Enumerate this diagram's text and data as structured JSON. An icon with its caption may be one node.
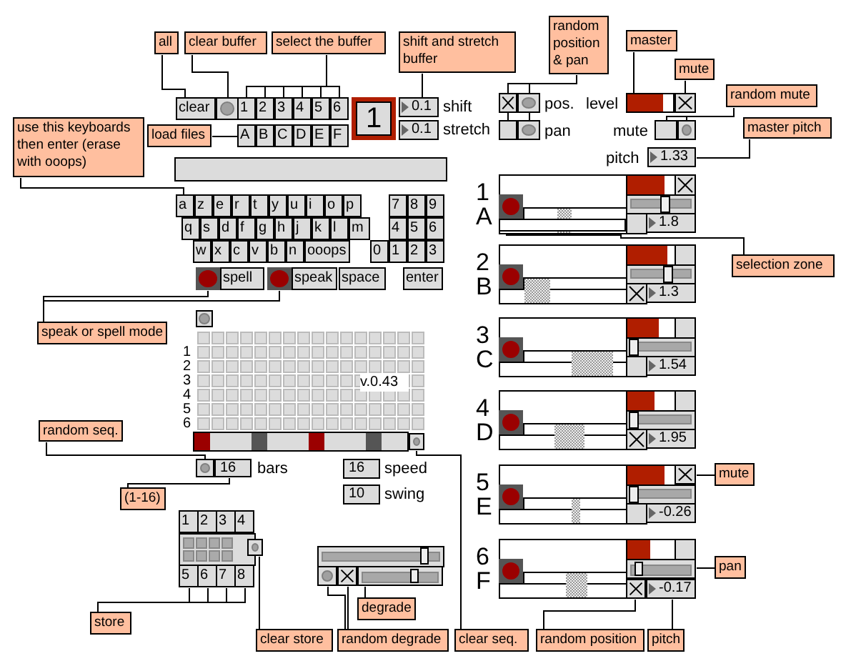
{
  "diagram": {
    "nodes": [
      {
        "text": [
          "all"
        ]
      },
      {
        "text": [
          "clear buffer"
        ]
      },
      {
        "text": [
          "select the buffer"
        ]
      },
      {
        "text": [
          "shift and stretch buffer"
        ]
      },
      {
        "text": [
          "random position & pan"
        ]
      },
      {
        "text": [
          "master"
        ]
      },
      {
        "text": [
          "mute"
        ]
      },
      {
        "text": [
          "random mute"
        ]
      },
      {
        "text": [
          "master pitch"
        ]
      },
      {
        "text": [
          "clear"
        ]
      },
      {
        "text": [],
        "shape": "circle"
      },
      {
        "text": [
          "1"
        ]
      },
      {
        "text": [
          "2"
        ]
      },
      {
        "text": [
          "3"
        ]
      },
      {
        "text": [
          "4"
        ]
      },
      {
        "text": [
          "5"
        ]
      },
      {
        "text": [
          "6"
        ]
      },
      {
        "text": [
          "0.1"
        ]
      },
      {
        "text": [],
        "shape": "box"
      },
      {
        "text": [],
        "shape": "circle"
      },
      {
        "text": [],
        "shape": "bar"
      },
      {
        "text": [],
        "shape": "box"
      },
      {
        "text": [
          "load files"
        ]
      },
      {
        "text": [
          "A"
        ]
      },
      {
        "text": [],
        "shape": "box"
      },
      {
        "text": [],
        "shape": "circle"
      },
      {
        "text": [],
        "shape": "box"
      },
      {
        "text": [],
        "shape": "circle"
      },
      {
        "text": [
          "1.33"
        ]
      },
      {
        "text": [
          "use this keyboards then enter (erase with ooops)"
        ]
      },
      {
        "text": [
          "a"
        ]
      },
      {
        "text": [],
        "shape": "bar"
      },
      {
        "text": [
          "selection zone"
        ]
      },
      {
        "text": [],
        "shape": "circle"
      },
      {
        "text": [],
        "shape": "circle"
      },
      {
        "text": [
          "speak or spell mode"
        ]
      },
      {
        "text": [
          "random seq."
        ]
      },
      {
        "text": [],
        "shape": "circle"
      },
      {
        "text": [
          "16"
        ]
      },
      {
        "text": [
          "(1-16)"
        ]
      },
      {
        "text": [],
        "shape": "circle"
      },
      {
        "text": [],
        "shape": "box"
      },
      {
        "text": [
          "mute"
        ]
      },
      {
        "text": [],
        "shape": "bar"
      },
      {
        "text": [
          "pan"
        ]
      },
      {
        "text": [
          "5"
        ]
      },
      {
        "text": [
          "6"
        ]
      },
      {
        "text": [
          "7"
        ]
      },
      {
        "text": [
          "8"
        ]
      },
      {
        "text": [],
        "shape": "circle"
      },
      {
        "text": [],
        "shape": "bar"
      },
      {
        "text": [],
        "shape": "circle"
      },
      {
        "text": [],
        "shape": "box"
      },
      {
        "text": [],
        "shape": "box"
      },
      {
        "text": [
          "-0.17"
        ]
      },
      {
        "text": [
          "store"
        ]
      },
      {
        "text": [
          "clear store"
        ]
      },
      {
        "text": [
          "degrade"
        ]
      },
      {
        "text": [
          "random degrade"
        ]
      },
      {
        "text": [
          "clear seq."
        ]
      },
      {
        "text": [
          "random position"
        ]
      },
      {
        "text": [
          "pitch"
        ]
      },
      {
        "text": [
          "0.1"
        ]
      },
      {
        "text": [],
        "shape": "bar"
      },
      {
        "text": [
          "1.8"
        ]
      },
      {
        "text": [
          "1.3"
        ]
      },
      {
        "text": [
          "1.54"
        ]
      },
      {
        "text": [
          "1.95"
        ]
      },
      {
        "text": [
          "-0.26"
        ]
      },
      {
        "text": [
          "16"
        ]
      },
      {
        "text": [
          "10"
        ]
      }
    ],
    "edges": [
      {
        "from": 0,
        "to": 9,
        "arrow": "none"
      },
      {
        "from": 1,
        "to": 10,
        "arrow": "none"
      },
      {
        "from": 2,
        "to": 11,
        "arrow": "none"
      },
      {
        "from": 2,
        "to": 12,
        "arrow": "none"
      },
      {
        "from": 2,
        "to": 13,
        "arrow": "none"
      },
      {
        "from": 2,
        "to": 14,
        "arrow": "none"
      },
      {
        "from": 2,
        "to": 15,
        "arrow": "none"
      },
      {
        "from": 2,
        "to": 16,
        "arrow": "none"
      },
      {
        "from": 3,
        "to": 17,
        "arrow": "none"
      },
      {
        "from": 4,
        "to": 18,
        "arrow": "none"
      },
      {
        "from": 4,
        "to": 19,
        "arrow": "none"
      },
      {
        "from": 4,
        "to": 24,
        "arrow": "none"
      },
      {
        "from": 4,
        "to": 25,
        "arrow": "none"
      },
      {
        "from": 5,
        "to": 20,
        "arrow": "none"
      },
      {
        "from": 6,
        "to": 21,
        "arrow": "none"
      },
      {
        "from": 7,
        "to": 26,
        "arrow": "none"
      },
      {
        "from": 7,
        "to": 27,
        "arrow": "none"
      },
      {
        "from": 8,
        "to": 28,
        "arrow": "none"
      },
      {
        "from": 22,
        "to": 23,
        "arrow": "none"
      },
      {
        "from": 29,
        "to": 30,
        "arrow": "none"
      },
      {
        "from": 32,
        "to": 31,
        "arrow": "none"
      },
      {
        "from": 35,
        "to": 33,
        "arrow": "none"
      },
      {
        "from": 35,
        "to": 34,
        "arrow": "none"
      },
      {
        "from": 36,
        "to": 37,
        "arrow": "none"
      },
      {
        "from": 39,
        "to": 38,
        "arrow": "none"
      },
      {
        "from": 55,
        "to": 45,
        "arrow": "none"
      },
      {
        "from": 55,
        "to": 46,
        "arrow": "none"
      },
      {
        "from": 55,
        "to": 47,
        "arrow": "none"
      },
      {
        "from": 55,
        "to": 48,
        "arrow": "none"
      },
      {
        "from": 56,
        "to": 49,
        "arrow": "none"
      },
      {
        "from": 57,
        "to": 50,
        "arrow": "none"
      },
      {
        "from": 58,
        "to": 51,
        "arrow": "none"
      },
      {
        "from": 58,
        "to": 52,
        "arrow": "none"
      },
      {
        "from": 59,
        "to": 40,
        "arrow": "none"
      },
      {
        "from": 42,
        "to": 41,
        "arrow": "none"
      },
      {
        "from": 44,
        "to": 43,
        "arrow": "none"
      },
      {
        "from": 60,
        "to": 53,
        "arrow": "none"
      },
      {
        "from": 61,
        "to": 54,
        "arrow": "none"
      }
    ],
    "labels": [
      "1",
      "shift",
      "stretch",
      "pos.",
      "level",
      "pan",
      "mute",
      "pitch",
      "B",
      "C",
      "D",
      "E",
      "F",
      "z",
      "e",
      "r",
      "t",
      "y",
      "u",
      "i",
      "o",
      "p",
      "7",
      "8",
      "9",
      "q",
      "s",
      "d",
      "f",
      "g",
      "h",
      "j",
      "k",
      "l",
      "m",
      "4",
      "5",
      "6",
      "w",
      "x",
      "c",
      "v",
      "b",
      "n",
      "ooops",
      "0",
      "1",
      "2",
      "3",
      "spell",
      "speak",
      "space",
      "enter",
      "1",
      "A",
      "2",
      "B",
      "3",
      "C",
      "4",
      "D",
      "5",
      "E",
      "6",
      "F",
      "1",
      "2",
      "3",
      "4",
      "5",
      "6",
      "v.0.43",
      "bars",
      "speed",
      "swing",
      "1",
      "2",
      "3",
      "4"
    ]
  }
}
